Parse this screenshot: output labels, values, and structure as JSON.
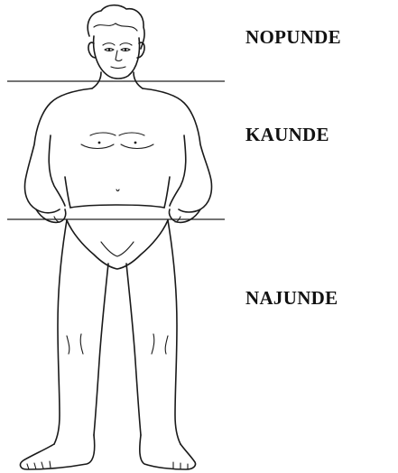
{
  "labels": {
    "upper": "NOPUNDE",
    "middle": "KAUNDE",
    "lower": "NAJUNDE"
  }
}
